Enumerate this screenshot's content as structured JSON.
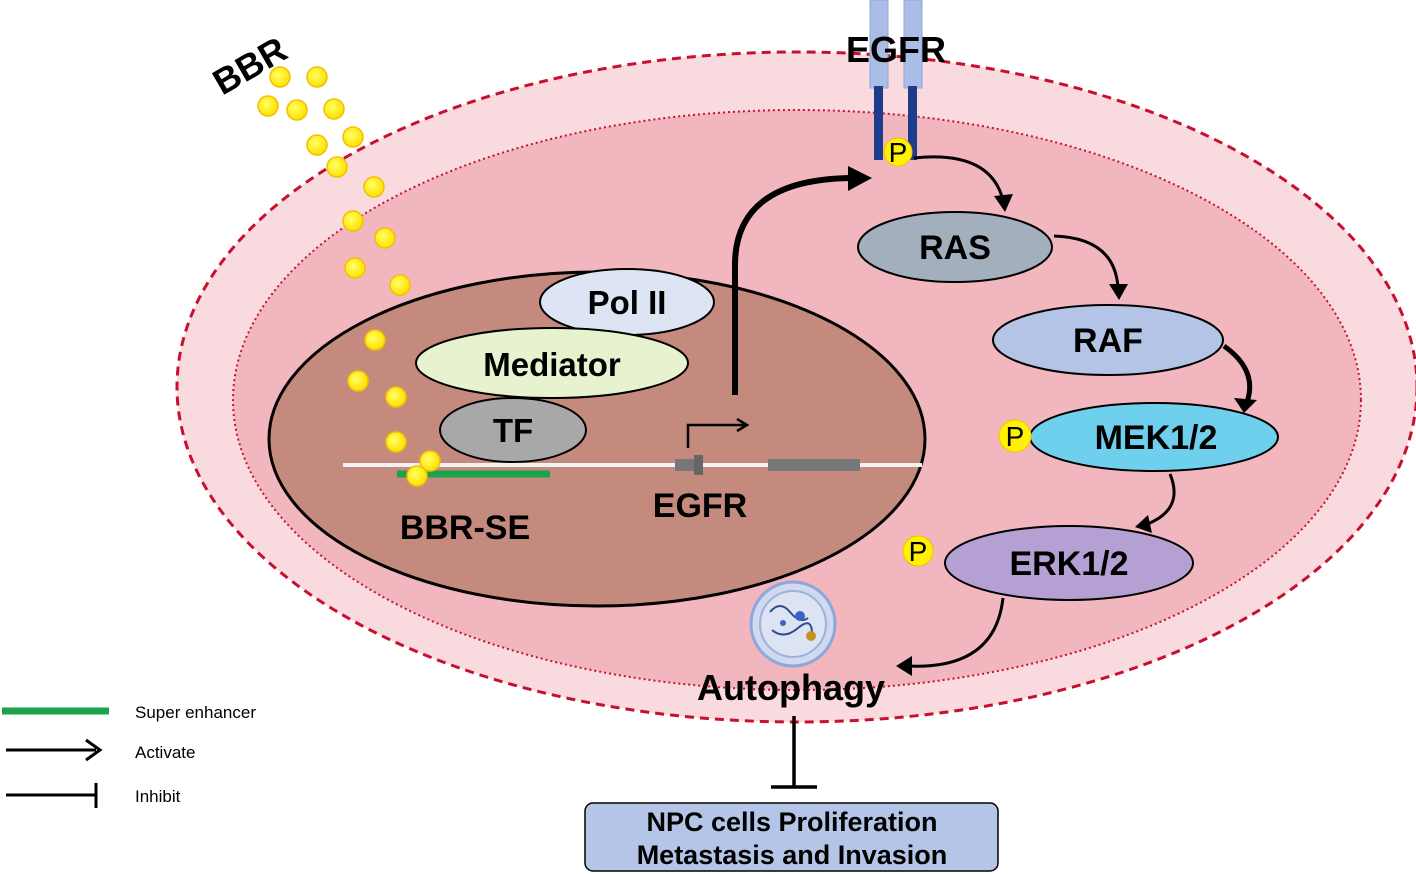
{
  "labels": {
    "bbr": "BBR",
    "egfr_receptor": "EGFR",
    "phospho": "P",
    "pol2": "Pol II",
    "mediator": "Mediator",
    "tf": "TF",
    "bbr_se": "BBR-SE",
    "egfr_gene": "EGFR",
    "ras": "RAS",
    "raf": "RAF",
    "mek": "MEK1/2",
    "erk": "ERK1/2",
    "autophagy": "Autophagy",
    "outcome_line1": "NPC cells Proliferation",
    "outcome_line2": "Metastasis and Invasion"
  },
  "legend": {
    "super_enhancer": "Super enhancer",
    "activate": "Activate",
    "inhibit": "Inhibit"
  },
  "colors": {
    "cell_outer": "#f9dadf",
    "cell_inner": "#f2b6be",
    "membrane": "#c8102e",
    "nucleus": "#c58a7e",
    "bbr_dot": "#fff200",
    "bbr_dot_edge": "#f2b600",
    "pol2": "#dde5f5",
    "mediator": "#e7f3cf",
    "tf": "#a8a8a8",
    "ras": "#a3afbd",
    "raf": "#b4c4e6",
    "mek": "#6fd0ee",
    "erk": "#b5a0d4",
    "receptor_top": "#a9bde6",
    "receptor_bottom": "#1d3c8c",
    "super_enhancer": "#1aa34a",
    "outcome_box": "#b4c5e7"
  }
}
